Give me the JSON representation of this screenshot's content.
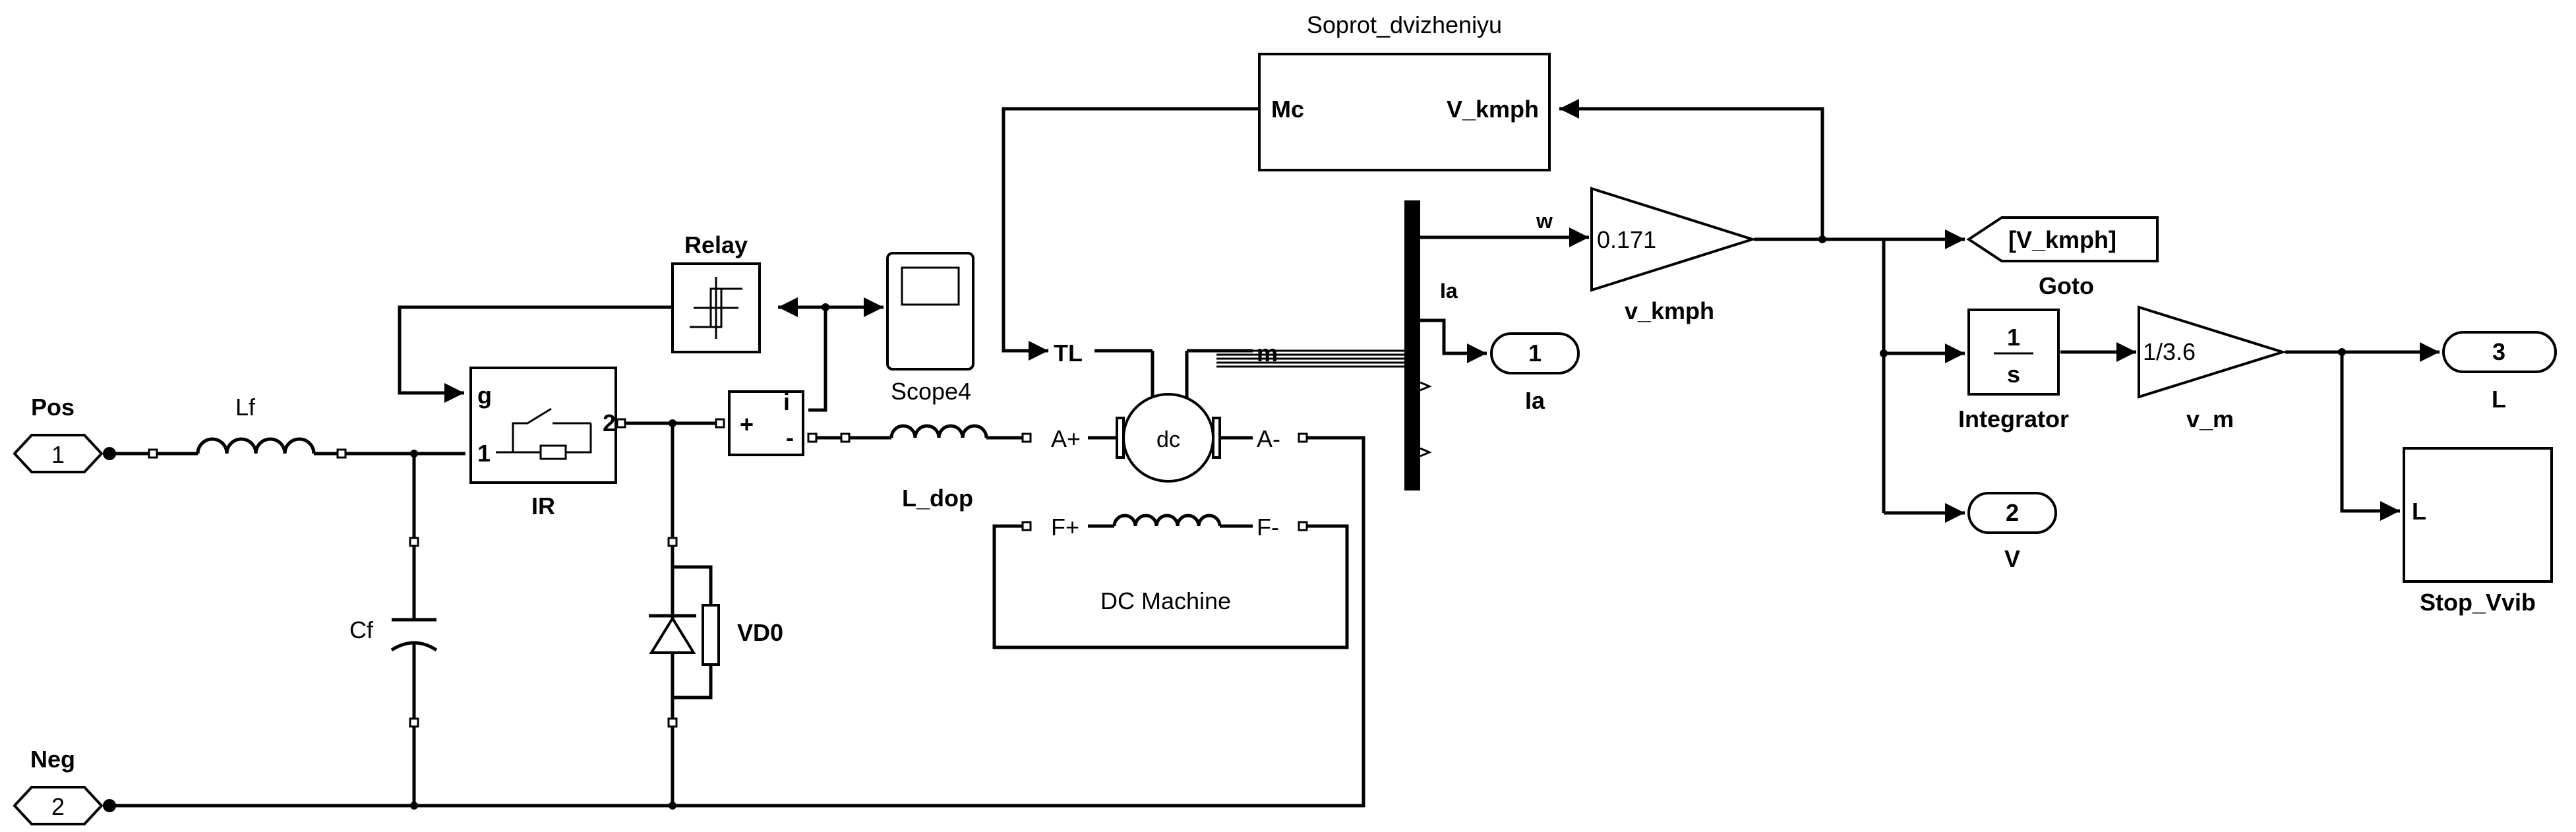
{
  "blocks": {
    "pos": {
      "num": "1",
      "label": "Pos"
    },
    "neg": {
      "num": "2",
      "label": "Neg"
    },
    "lf": {
      "label": "Lf"
    },
    "cf": {
      "label": "Cf"
    },
    "ir": {
      "label": "IR",
      "port_g": "g",
      "port_1": "1",
      "port_2": "2"
    },
    "relay": {
      "label": "Relay"
    },
    "scope": {
      "label": "Scope4"
    },
    "vd0": {
      "label": "VD0"
    },
    "ammeter": {
      "plus": "+",
      "minus": "-",
      "i": "i"
    },
    "l_dop": {
      "label": "L_dop"
    },
    "dc": {
      "label": "DC Machine",
      "center": "dc",
      "tl": "TL",
      "m": "m",
      "a_plus": "A+",
      "a_minus": "A-",
      "f_plus": "F+",
      "f_minus": "F-"
    },
    "soprot": {
      "label": "Soprot_dvizheniyu",
      "mc": "Mc",
      "vkmph": "V_kmph"
    },
    "gain1": {
      "value": "0.171",
      "label": "v_kmph"
    },
    "gain2": {
      "value": "1/3.6",
      "label": "v_m"
    },
    "integrator": {
      "num": "1",
      "den": "s",
      "label": "Integrator"
    },
    "goto": {
      "tag": "[V_kmph]",
      "label": "Goto"
    },
    "out_ia": {
      "num": "1",
      "label": "Ia"
    },
    "out_v": {
      "num": "2",
      "label": "V"
    },
    "out_l": {
      "num": "3",
      "label": "L"
    },
    "stop": {
      "label": "Stop_Vvib",
      "port": "L"
    }
  },
  "signals": {
    "w": "w",
    "ia": "Ia"
  }
}
